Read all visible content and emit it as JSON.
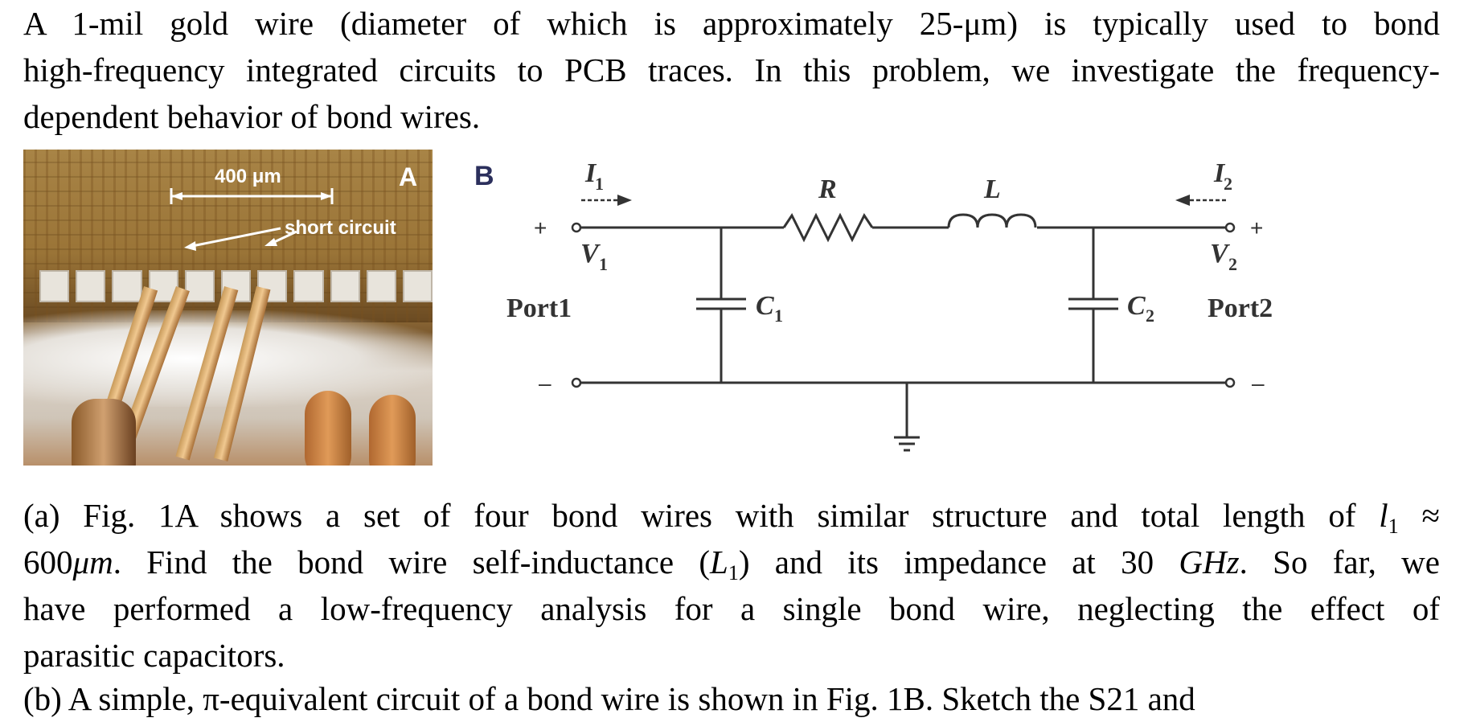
{
  "intro": {
    "line1": "A 1-mil gold wire (diameter of which is approximately 25-μm) is typically used to bond",
    "line2": "high-frequency integrated circuits to PCB traces. In this problem, we investigate the frequency-",
    "line3": "dependent behavior of bond wires."
  },
  "figure_a": {
    "panel_label": "A",
    "scale_label": "400 μm",
    "annotation": "short circuit"
  },
  "figure_b": {
    "panel_label": "B",
    "I1": "I",
    "I1_sub": "1",
    "I2": "I",
    "I2_sub": "2",
    "V1": "V",
    "V1_sub": "1",
    "V2": "V",
    "V2_sub": "2",
    "R": "R",
    "L": "L",
    "C1": "C",
    "C1_sub": "1",
    "C2": "C",
    "C2_sub": "2",
    "port1": "Port1",
    "port2": "Port2",
    "plus": "+",
    "minus": "–"
  },
  "part_a": {
    "l1_text": "(a)  Fig. 1A shows a set of four bond wires with similar structure and total length of",
    "l1_math": "l",
    "l1_math_sub": "1",
    "l1_approx": "≈",
    "l2_num": "600",
    "l2_unit": "μm",
    "l2_text1": ". Find the bond wire self-inductance (",
    "l2_math": "L",
    "l2_math_sub": "1",
    "l2_text2": ") and its impedance at 30",
    "l2_unit2": "GHz",
    "l2_text3": ". So far, we",
    "line3": "have performed a low-frequency analysis for a single bond wire, neglecting the effect of",
    "line4": "parasitic capacitors."
  },
  "part_b": {
    "line1": "(b)  A simple, π-equivalent circuit of a bond wire is shown in Fig. 1B. Sketch the S21 and"
  }
}
